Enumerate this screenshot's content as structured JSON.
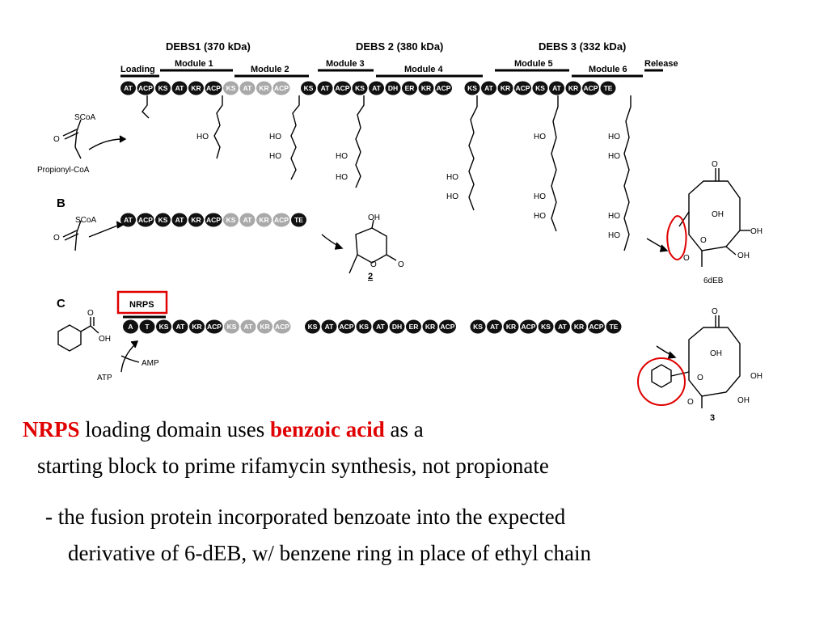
{
  "figure": {
    "headers": [
      {
        "text": "DEBS1 (370 kDa)",
        "x": 0
      },
      {
        "text": "DEBS 2 (380 kDa)",
        "x": 0
      },
      {
        "text": "DEBS 3 (332 kDa)",
        "x": 0
      }
    ],
    "module_labels": [
      "Loading",
      "Module 1",
      "Module 2",
      "Module 3",
      "Module 4",
      "Module 5",
      "Module 6",
      "Release"
    ],
    "panel_labels": [
      "B",
      "C"
    ],
    "nrps_label": "NRPS",
    "chemicals": {
      "propionyl_coa": "Propionyl-CoA",
      "scoa": "SCoA",
      "oh": "OH",
      "amp": "AMP",
      "atp": "ATP",
      "product_6deb": "6dEB",
      "compound_2": "2",
      "compound_3": "3"
    },
    "row_a_domains": [
      "AT",
      "ACP",
      "KS",
      "AT",
      "KR",
      "ACP",
      "KS",
      "AT",
      "KR",
      "ACP",
      "KS",
      "AT",
      "ACP",
      "KS",
      "AT",
      "DH",
      "ER",
      "KR",
      "ACP",
      "KS",
      "AT",
      "KR",
      "ACP",
      "KS",
      "AT",
      "KR",
      "ACP",
      "TE"
    ],
    "row_b_domains": [
      "AT",
      "ACP",
      "KS",
      "AT",
      "KR",
      "ACP",
      "KS",
      "AT",
      "KR",
      "ACP",
      "TE"
    ],
    "row_c_domains": [
      "A",
      "T",
      "KS",
      "AT",
      "KR",
      "ACP",
      "KS",
      "AT",
      "KR",
      "ACP",
      "KS",
      "AT",
      "ACP",
      "KS",
      "AT",
      "DH",
      "ER",
      "KR",
      "ACP",
      "KS",
      "AT",
      "KR",
      "ACP",
      "KS",
      "AT",
      "KR",
      "ACP",
      "TE"
    ],
    "colors": {
      "domain": "#111111",
      "faded_domain": "#a9a9a9",
      "annotation": "#e00000"
    }
  },
  "caption": {
    "line1_red1": "NRPS",
    "line1_text1": " loading domain uses ",
    "line1_red2": "benzoic acid",
    "line1_text2": " as a",
    "line2": "starting block to prime rifamycin synthesis, not propionate",
    "bullet1": "- the fusion protein incorporated benzoate into the expected",
    "bullet2": "derivative of 6-dEB, w/ benzene ring in place of ethyl chain"
  }
}
